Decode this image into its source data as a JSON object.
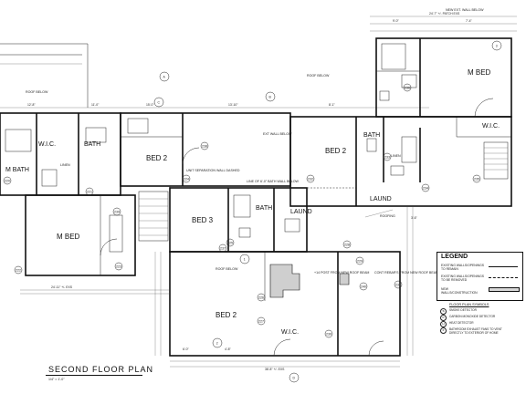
{
  "plan": {
    "title": "SECOND FLOOR PLAN",
    "scale": "1/4\" = 1'-0\""
  },
  "rooms": {
    "bed2_left": "BED 2",
    "bed2_right": "BED 2",
    "bed2_center": "BED 2",
    "bed3": "BED 3",
    "m_bed_left": "M BED",
    "m_bed_right": "M BED",
    "bath_left": "BATH",
    "bath_center": "BATH",
    "bath_right": "BATH",
    "m_bath": "M BATH",
    "wic_left": "W.I.C.",
    "wic_center": "W.I.C.",
    "wic_right": "W.I.C.",
    "laund_center": "LAUND",
    "laund_right": "LAUND",
    "linen_left": "LINEN",
    "linen_right": "LINEN"
  },
  "notes": {
    "unit_sep": "UNIT SEPARATION WALL DASHED",
    "line_of_bath": "LINE OF 6'-0\" BATH WALL BELOW",
    "roof_below_left": "ROOF BELOW",
    "roof_below_top": "ROOF BELOW",
    "roof_below_mid": "ROOF BELOW",
    "new_ext_wall": "NEW EXT. WALL BELOW",
    "ext_wall_below": "EXT WALL BELOW",
    "plus_14": "+14 POST FROM NEW ROOF BEAM",
    "cont_rebar": "CONT REBAR'S FROM NEW ROOF BEAM",
    "roofing": "ROOFING"
  },
  "dims": {
    "top_overall": "24'-7\" +/- PATCH EXS",
    "left_overall": "24'-11\" +/- EXS",
    "bottom_overall": "38'-8\" +/- EXS",
    "d1": "12'-8\"",
    "d2": "15'-0\"",
    "d3": "13'-10\"",
    "d4": "11'-0\"",
    "d5": "9'-0\"",
    "d6": "6'-0\"",
    "d7": "4'-8\"",
    "d8": "8'-1\"",
    "d9": "7'-4\"",
    "d10": "3'-6\""
  },
  "legend": {
    "title": "LEGEND",
    "rows": [
      "EXISTING WALLS/OPENINGS TO REMAIN",
      "EXISTING WALLS/OPENINGS TO BE REMOVED",
      "NEW WALLS/CONSTRUCTION"
    ]
  },
  "symbols": {
    "title": "FLOOR PLAN SYMBOLS",
    "rows": [
      {
        "icon": "S",
        "label": "SMOKE DETECTOR"
      },
      {
        "icon": "C",
        "label": "CARBON MONOXIDE DETECTOR"
      },
      {
        "icon": "H",
        "label": "HEAT DETECTOR"
      },
      {
        "icon": "F",
        "label": "BATHROOM EXHAUST FANS TO VENT DIRECTLY TO EXTERIOR OF HOME"
      }
    ]
  },
  "tags": [
    "220",
    "221",
    "222",
    "223",
    "224",
    "225",
    "226",
    "227",
    "228",
    "229",
    "230",
    "231",
    "232",
    "233",
    "234",
    "235",
    "236",
    "237",
    "238",
    "239",
    "240"
  ],
  "grid_marks": [
    "A",
    "B",
    "C",
    "D",
    "1",
    "2",
    "3"
  ]
}
